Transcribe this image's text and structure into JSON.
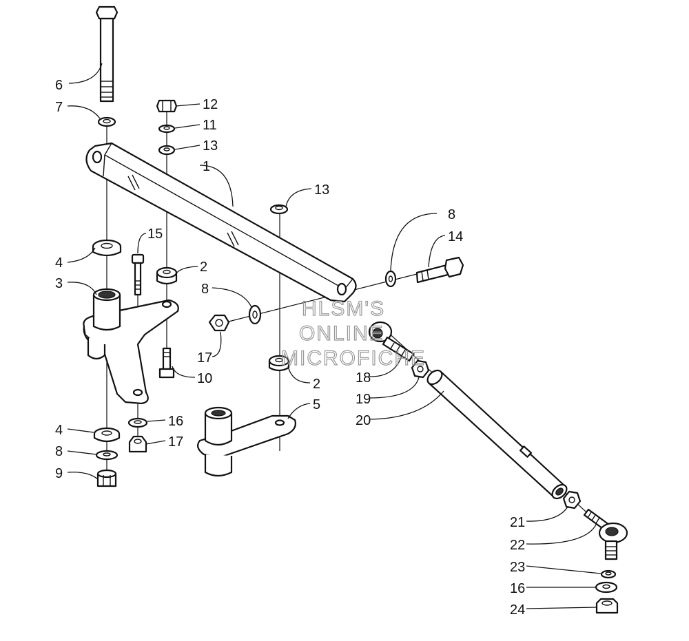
{
  "watermark": {
    "lines": [
      "HLSM'S",
      "ONLINE",
      "MICROFICHE"
    ],
    "color": "#9a9a9a"
  },
  "callouts": [
    "6",
    "7",
    "12",
    "11",
    "13",
    "1",
    "13",
    "8",
    "14",
    "4",
    "15",
    "3",
    "2",
    "8",
    "17",
    "10",
    "18",
    "19",
    "20",
    "2",
    "5",
    "4",
    "16",
    "17",
    "8",
    "9",
    "21",
    "22",
    "23",
    "16",
    "24"
  ],
  "colors": {
    "line": "#111111",
    "background": "#ffffff"
  }
}
